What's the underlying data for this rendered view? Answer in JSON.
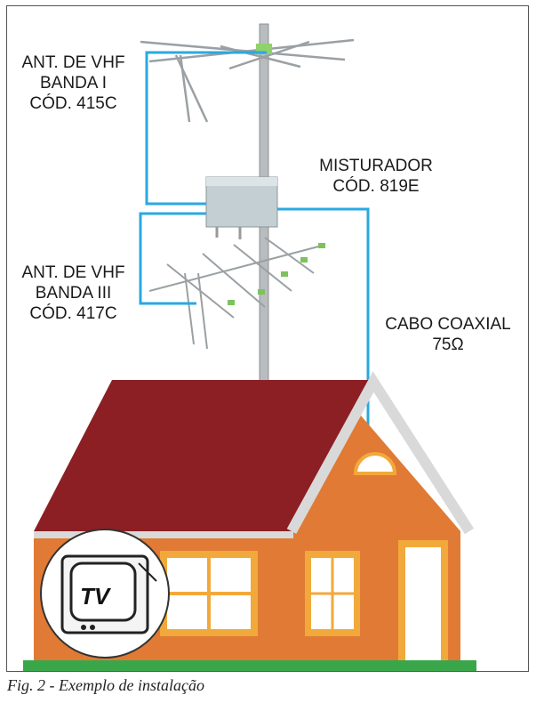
{
  "labels": {
    "vhf1_line1": "ANT. DE VHF",
    "vhf1_line2": "BANDA I",
    "vhf1_line3": "CÓD. 415C",
    "mixer_line1": "MISTURADOR",
    "mixer_line2": "CÓD. 819E",
    "vhf3_line1": "ANT. DE VHF",
    "vhf3_line2": "BANDA III",
    "vhf3_line3": "CÓD. 417C",
    "cable_line1": "CABO COAXIAL",
    "cable_line2": "75Ω",
    "tv": "TV"
  },
  "caption": "Fig. 2 - Exemplo de instalação",
  "colors": {
    "cable": "#29a9e0",
    "roof": "#8b1f24",
    "wall": "#e07a35",
    "trim": "#f2a93b",
    "ground": "#3aa64a",
    "mast": "#b9bcbe"
  }
}
